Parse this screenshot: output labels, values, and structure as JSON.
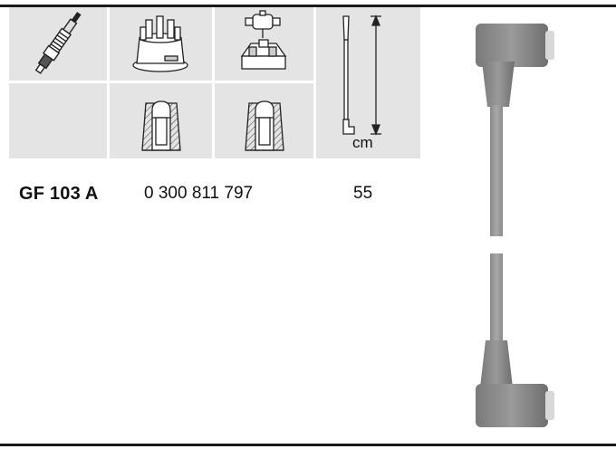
{
  "header": {
    "length_unit": "cm"
  },
  "row": {
    "part_code": "GF 103 A",
    "part_number": "0 300 811 797",
    "length": "55"
  }
}
